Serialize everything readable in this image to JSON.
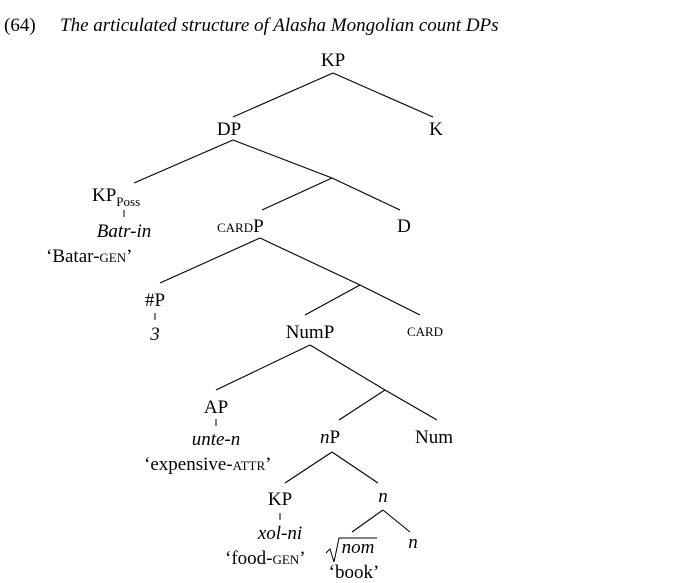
{
  "example": {
    "number": "(64)",
    "title": "The articulated structure of Alasha Mongolian count DPs"
  },
  "nodes": {
    "kp_root": "KP",
    "dp": "DP",
    "k": "K",
    "kp_poss_main": "KP",
    "kp_poss_sub": "Poss",
    "card_p_card": "card",
    "card_p_p": "P",
    "d": "D",
    "num_p_hash": "#P",
    "card": "card",
    "nump": "NumP",
    "ap": "AP",
    "np_n": "n",
    "np_p": "P",
    "num": "Num",
    "kp_food": "KP",
    "n_upper": "n",
    "n_lower": "n"
  },
  "glosses": {
    "batr_word": "Batr-in",
    "batr_gloss_main": "‘Batar-",
    "batr_gloss_sc": "gen",
    "batr_gloss_end": "’",
    "three": "3",
    "unte_word": "unte-n",
    "unte_gloss_main": "‘expensive-",
    "unte_gloss_sc": "attr",
    "unte_gloss_end": "’",
    "xol_word": "xol-ni",
    "xol_gloss_main": "‘food-",
    "xol_gloss_sc": "gen",
    "xol_gloss_end": "’",
    "nom_word": "nom",
    "book_gloss": "‘book’"
  }
}
